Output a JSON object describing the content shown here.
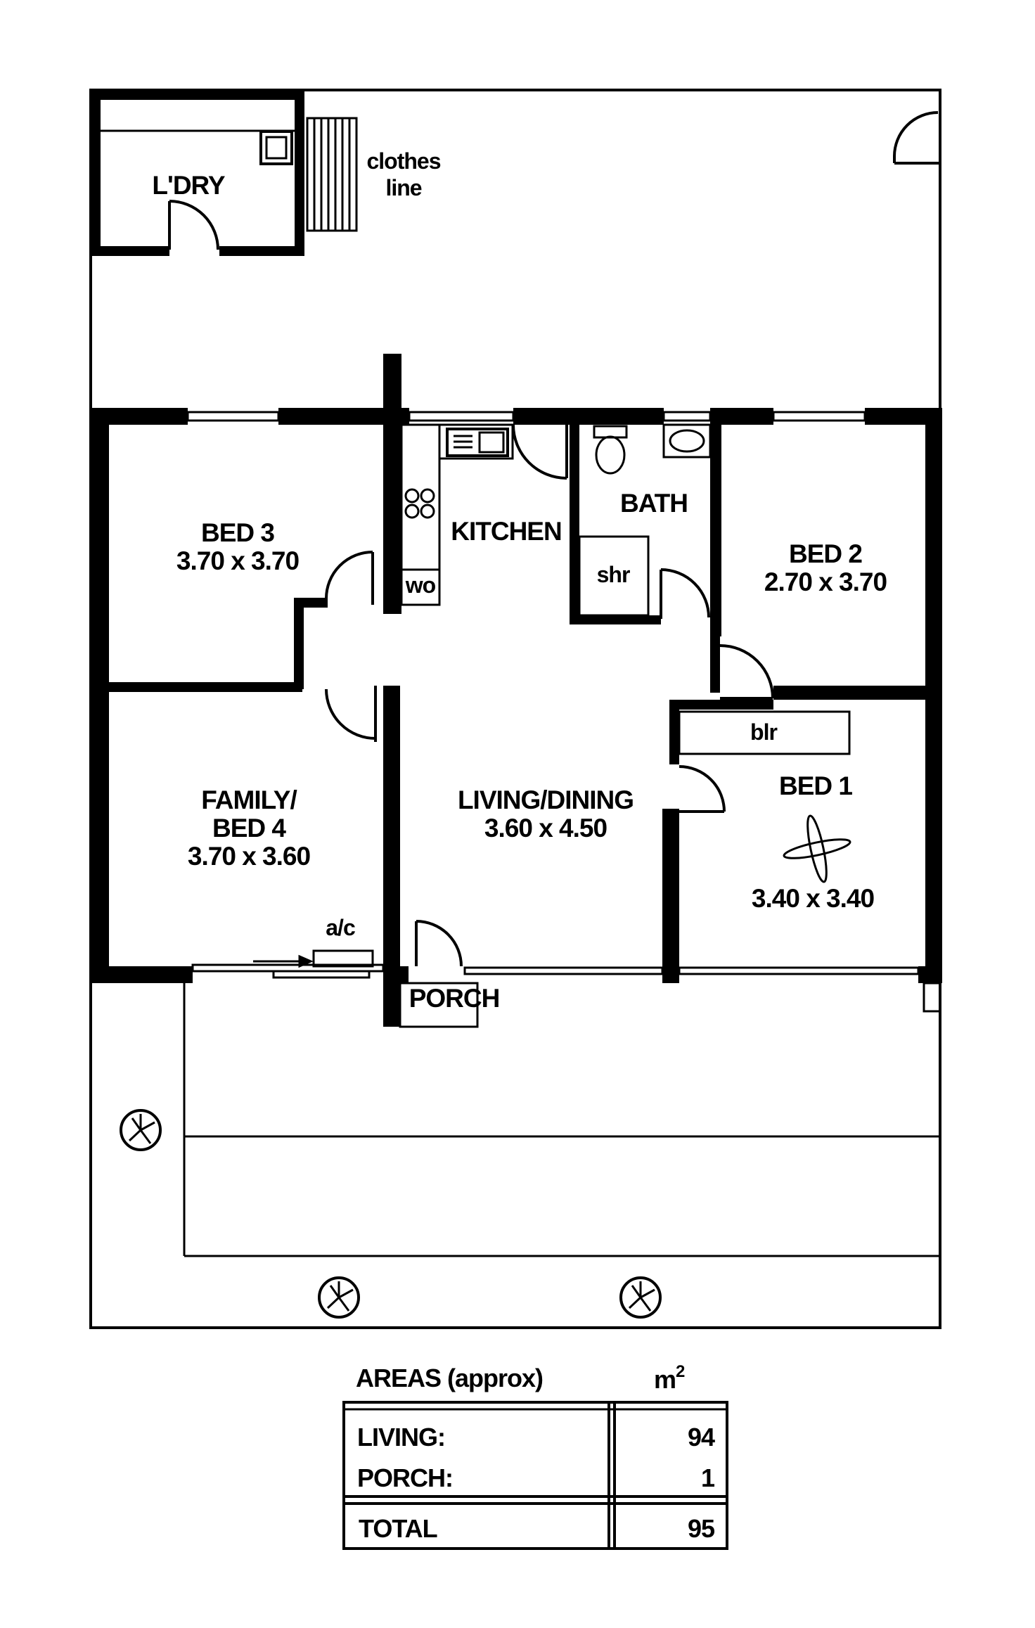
{
  "rooms": {
    "laundry": {
      "name": "L'DRY"
    },
    "clothes_line": {
      "line1": "clothes",
      "line2": "line"
    },
    "bed3": {
      "name": "BED 3",
      "size": "3.70 x 3.70"
    },
    "kitchen": {
      "name": "KITCHEN",
      "wo": "wo"
    },
    "bath": {
      "name": "BATH",
      "shr": "shr"
    },
    "bed2": {
      "name": "BED 2",
      "size": "2.70 x 3.70"
    },
    "family": {
      "name1": "FAMILY/",
      "name2": "BED 4",
      "size": "3.70 x 3.60",
      "ac": "a/c"
    },
    "living": {
      "name": "LIVING/DINING",
      "size": "3.60 x 4.50"
    },
    "bed1": {
      "name": "BED 1",
      "size": "3.40 x 3.40",
      "blr": "blr"
    },
    "porch": {
      "name": "PORCH"
    }
  },
  "areas": {
    "title": "AREAS (approx)",
    "unit": "m",
    "unit_sup": "2",
    "rows": [
      {
        "label": "LIVING:",
        "value": "94"
      },
      {
        "label": "PORCH:",
        "value": "1"
      }
    ],
    "total": {
      "label": "TOTAL",
      "value": "95"
    }
  }
}
